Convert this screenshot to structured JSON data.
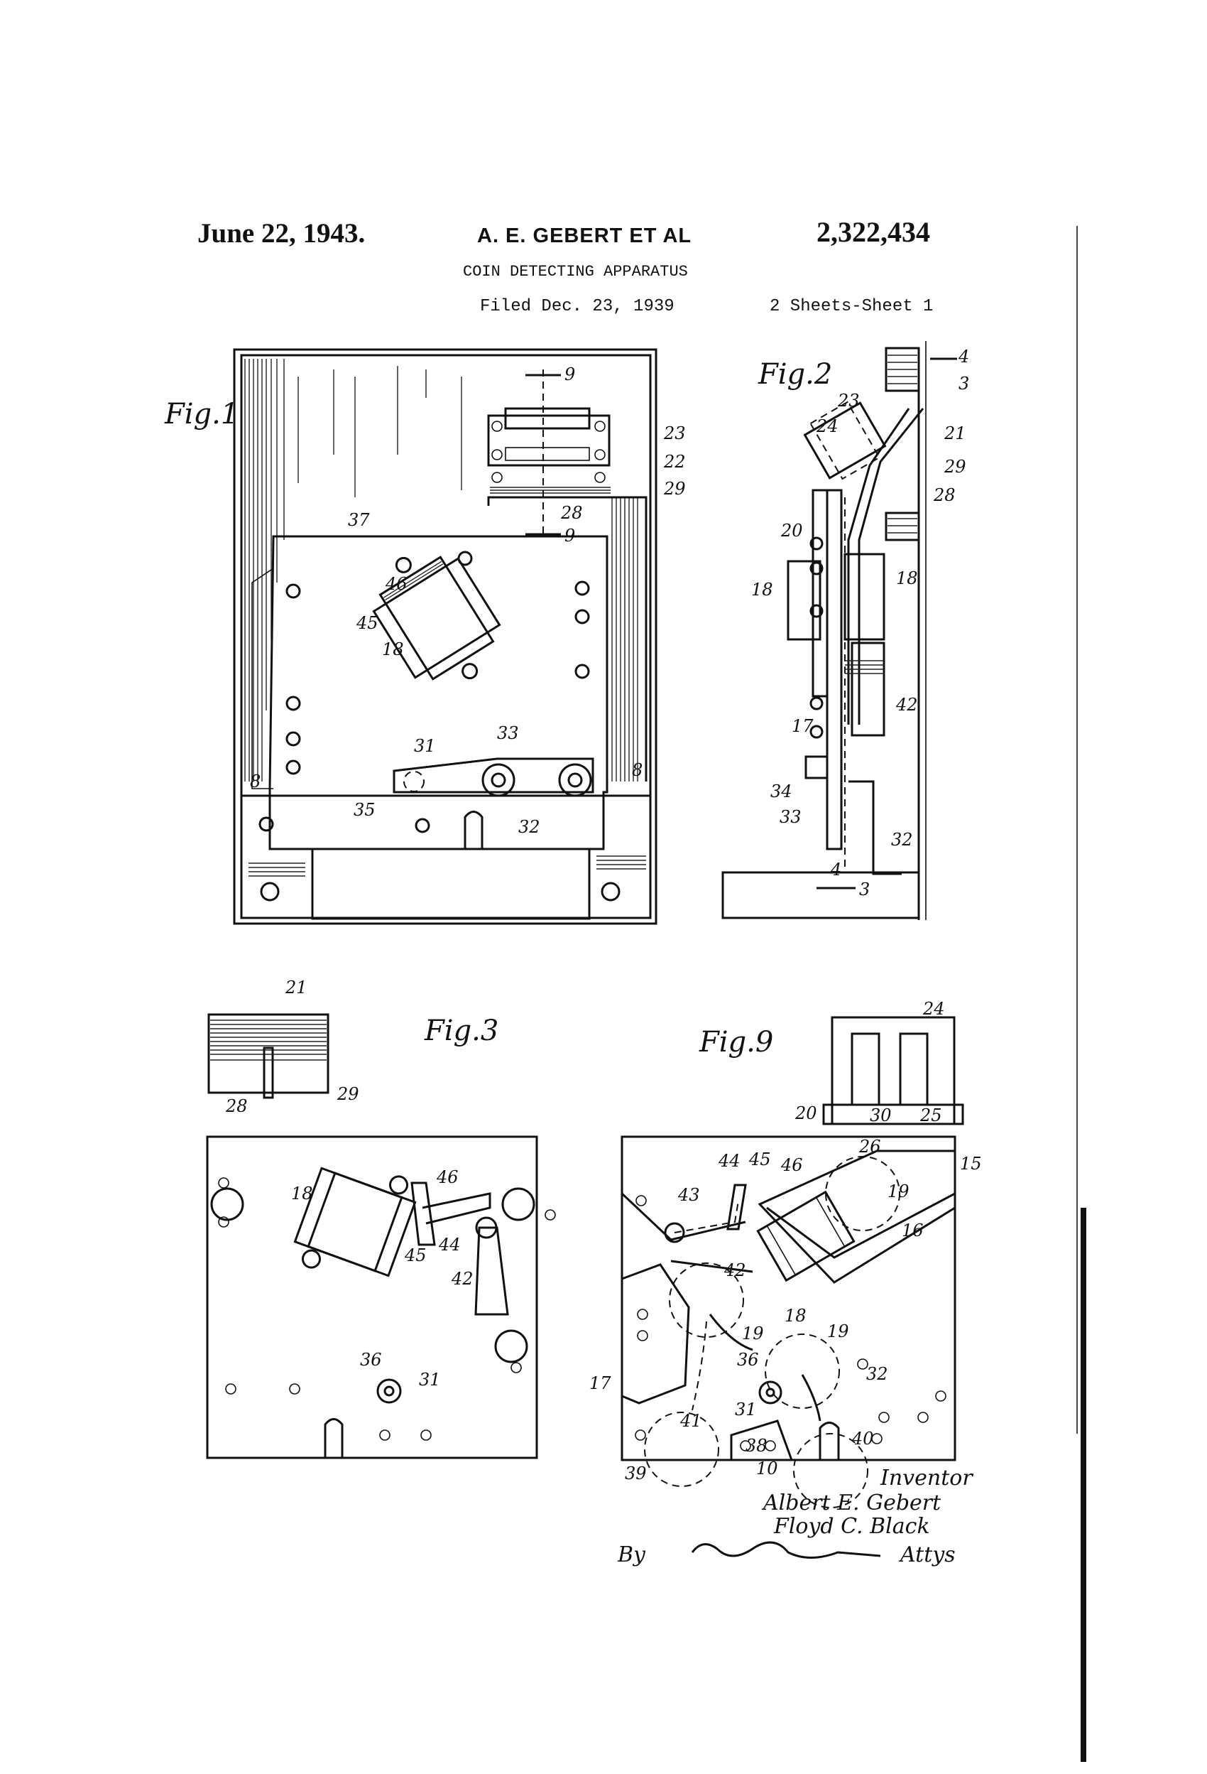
{
  "header": {
    "date": "June 22, 1943.",
    "inventors": "A. E. GEBERT ET AL",
    "patent_number": "2,322,434",
    "title": "COIN DETECTING APPARATUS",
    "filed": "Filed Dec. 23, 1939",
    "sheets": "2 Sheets-Sheet 1"
  },
  "figures": {
    "fig1": {
      "label": "Fig.1",
      "refs": [
        "9",
        "23",
        "22",
        "29",
        "28",
        "9",
        "37",
        "46",
        "45",
        "18",
        "33",
        "31",
        "35",
        "32",
        "8",
        "8"
      ]
    },
    "fig2": {
      "label": "Fig.2",
      "refs": [
        "4",
        "3",
        "23",
        "24",
        "21",
        "29",
        "28",
        "20",
        "18",
        "18",
        "42",
        "17",
        "34",
        "33",
        "32",
        "4",
        "3"
      ]
    },
    "fig3": {
      "label": "Fig.3",
      "refs": [
        "21",
        "28",
        "29",
        "46",
        "18",
        "45",
        "44",
        "42",
        "36",
        "31"
      ]
    },
    "fig9": {
      "label": "Fig.9",
      "refs": [
        "24",
        "20",
        "30",
        "25",
        "26",
        "15",
        "44",
        "45",
        "46",
        "19",
        "43",
        "16",
        "42",
        "18",
        "19",
        "19",
        "36",
        "32",
        "17",
        "31",
        "41",
        "38",
        "40",
        "39",
        "10"
      ]
    }
  },
  "signature": {
    "inventor_label": "Inventor",
    "names": [
      "Albert E. Gebert",
      "Floyd C. Black"
    ],
    "by": "By",
    "attorney": "Attys"
  },
  "colors": {
    "ink": "#111111",
    "paper": "#ffffff"
  }
}
